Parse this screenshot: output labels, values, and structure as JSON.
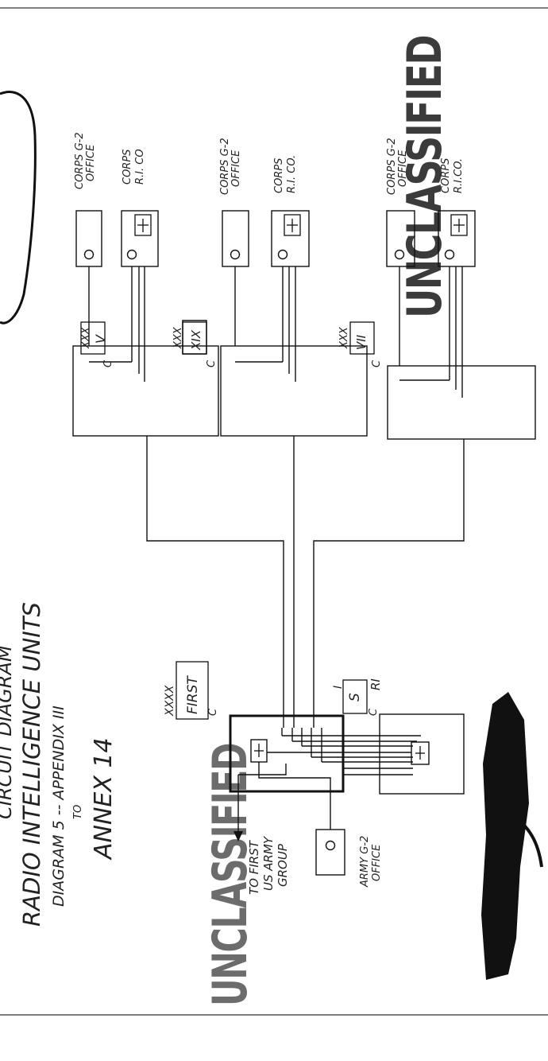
{
  "title": {
    "line1": "CIRCUIT DIAGRAM",
    "line2": "RADIO INTELLIGENCE UNITS",
    "line3": "DIAGRAM 5 -- APPENDIX III",
    "line4": "TO",
    "line5": "ANNEX 14"
  },
  "stamps": {
    "top": "UNCLASSIFIED",
    "bottom": "UNCLASSIFIED"
  },
  "corps": [
    {
      "designation": "XXX",
      "number": "V",
      "g2_label_1": "CORPS G-2",
      "g2_label_2": "OFFICE",
      "ri_label_1": "CORPS",
      "ri_label_2": "R.I. CO"
    },
    {
      "designation": "XXX",
      "number": "XIX",
      "g2_label_1": "CORPS G-2",
      "g2_label_2": "OFFICE",
      "ri_label_1": "CORPS",
      "ri_label_2": "R.I. CO."
    },
    {
      "designation": "XXX",
      "number": "VII",
      "g2_label_1": "CORPS G-2",
      "g2_label_2": "OFFICE",
      "ri_label_1": "CORPS",
      "ri_label_2": "R.I.CO."
    }
  ],
  "army": {
    "designation": "XXXX",
    "name": "FIRST",
    "c": "C"
  },
  "ri_unit": {
    "designation": "I",
    "letter": "S",
    "suffix": "RI",
    "c": "C"
  },
  "army_g2": {
    "line1": "ARMY G-2",
    "line2": "OFFICE"
  },
  "to_group": {
    "line1": "TO FIRST",
    "line2": "US ARMY",
    "line3": "GROUP"
  },
  "corps_c": "C"
}
